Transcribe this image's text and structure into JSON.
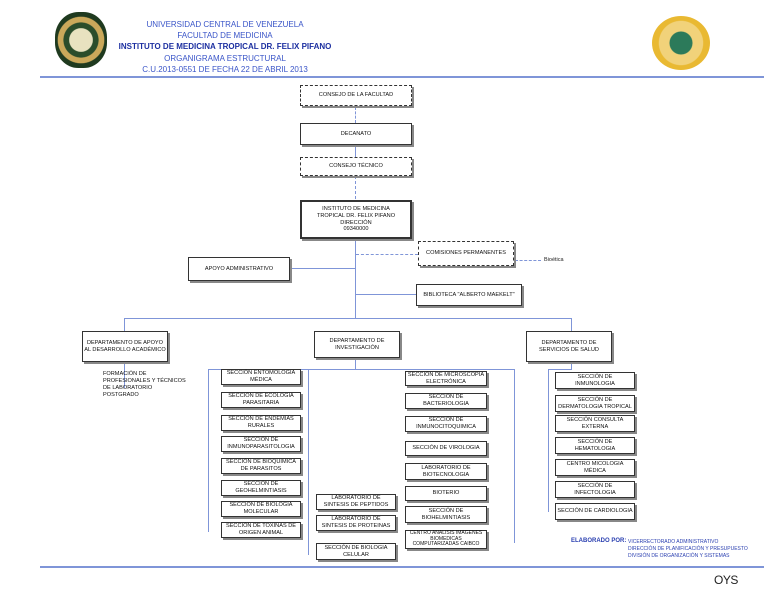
{
  "header": {
    "line1": "UNIVERSIDAD CENTRAL DE VENEZUELA",
    "line2": "FACULTAD DE MEDICINA",
    "line3": "INSTITUTO DE MEDICINA TROPICAL DR. FELIX PIFANO",
    "line4": "ORGANIGRAMA ESTRUCTURAL",
    "line5": "C.U.2013-0551 DE FECHA 22 DE ABRIL 2013"
  },
  "top": {
    "consejo_facultad": "CONSEJO DE LA FACULTAD",
    "decanato": "DECANATO",
    "consejo_tecnico": "CONSEJO TÉCNICO",
    "instituto": "INSTITUTO DE MEDICINA TROPICAL DR. FELIX PIFANO",
    "direccion": "DIRECCIÓN",
    "codigo": "09340000",
    "comisiones": "COMISIONES PERMANENTES",
    "bioetica": "Bioética",
    "apoyo": "APOYO ADMINISTRATIVO",
    "biblioteca": "BIBLIOTECA \"ALBERTO MAEKELT\""
  },
  "departments": {
    "academico": "DEPARTAMENTO DE APOYO AL DESARROLLO ACADÉMICO",
    "investigacion": "DEPARTAMENTO DE INVESTIGACIÓN",
    "salud": "DEPARTAMENTO DE SERVICIOS DE SALUD"
  },
  "formacion": [
    "FORMACIÓN DE",
    "PROFESIONALES Y TÉCNICOS",
    "DE LABORATORIO",
    "POSTGRADO"
  ],
  "inv_left": [
    "SECCIÓN ENTOMOLOGIA MÉDICA",
    "SECCIÓN DE ECOLOGIA PARASITARIA",
    "SECCIÓN DE ENDEMIAS RURALES",
    "SECCIÓN DE INMUNOPARASITOLOGIA",
    "SECCIÓN DE BIOQUIMICA DE PARASITOS",
    "SECCIÓN DE GEOHELMINTIASIS",
    "SECCIÓN DE BIOLOGIA MOLECULAR",
    "SECCIÓN DE TOXINAS DE ORIGEN ANIMAL"
  ],
  "inv_right": [
    "SECCIÓN DE MICROSCOPIA ELECTRÓNICA",
    "SECCIÓN DE BACTERIOLOGIA",
    "SECCIÓN DE INMUNOCITOQUIMICA",
    "SECCIÓN DE VIROLOGIA",
    "LABORATORIO DE BIOTECNOLOGIA",
    "BIOTERIO",
    "SECCIÓN DE BIOHELMINTIASIS",
    "CENTRO ANALISIS IMAGENES BIOMEDICAS COMPUTARIZADAS CAIBCO"
  ],
  "inv_mid": [
    "LABORATORIO DE SINTESIS DE PEPTIDOS",
    "LABORATORIO DE SINTESIS DE PROTEINAS",
    "SECCIÓN DE BIOLOGIA CELULAR"
  ],
  "salud": [
    "SECCIÓN DE INMUNOLOGIA",
    "SECCIÓN DE DERMATOLOGIA TROPICAL",
    "SECCIÓN CONSULTA EXTERNA",
    "SECCIÓN DE HEMATOLOGIA",
    "CENTRO MICOLOGIA MÉDICA",
    "SECCIÓN DE INFECTOLOGIA",
    "SECCIÓN DE CARDIOLOGIA"
  ],
  "footer": {
    "elaborado": "ELABORADO POR:",
    "line1": "VICERRECTORADO ADMINISTRATIVO",
    "line2": "DIRECCIÓN DE PLANIFICACIÓN Y PRESUPUESTO",
    "line3": "DIVISIÓN DE ORGANIZACIÓN Y SISTEMAS",
    "logo": "OYS"
  },
  "colors": {
    "accent": "#3a55c8",
    "line": "#7f95d8"
  }
}
